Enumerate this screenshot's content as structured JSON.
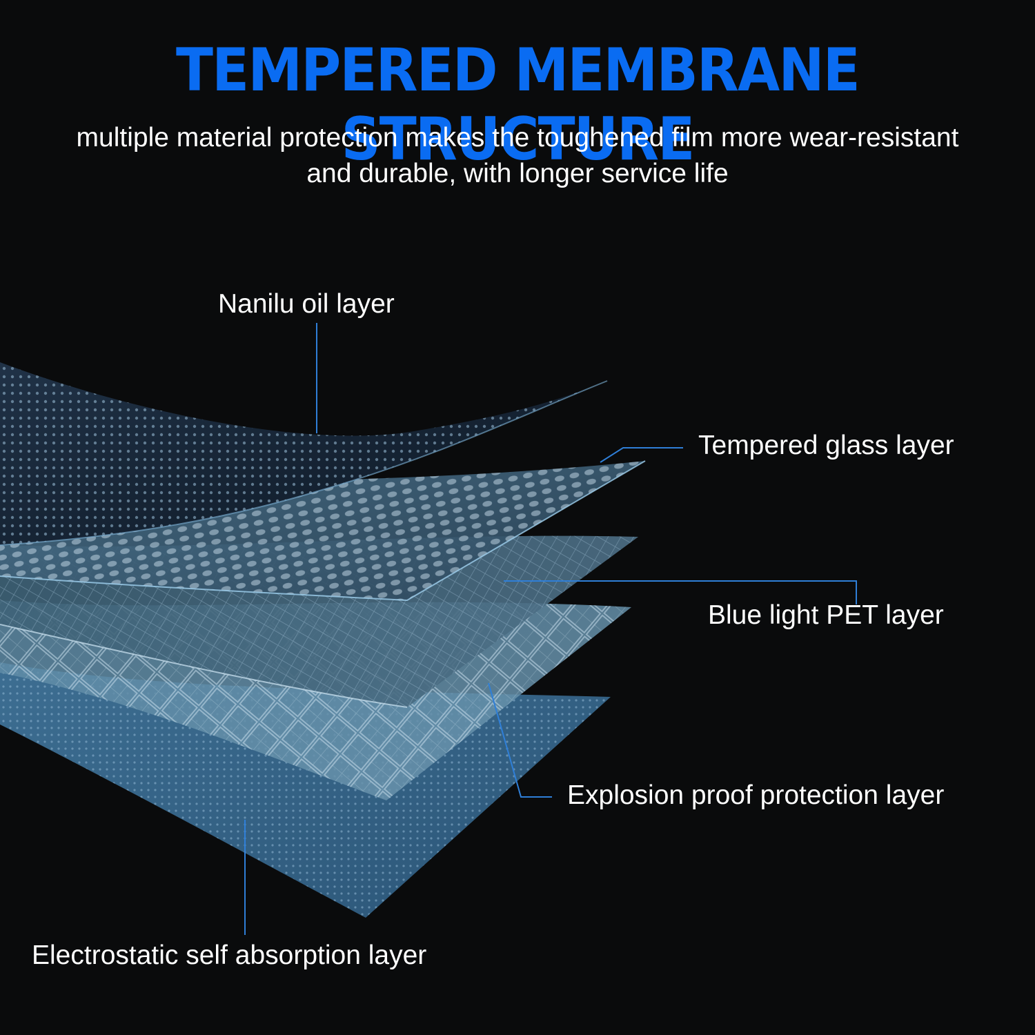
{
  "header": {
    "title": "TEMPERED MEMBRANE STRUCTURE",
    "subtitle_line1": "multiple material protection makes the toughened film more wear-resistant",
    "subtitle_line2": "and durable, with longer service life"
  },
  "layers": [
    {
      "id": "nanilu",
      "label": "Nanilu oil layer"
    },
    {
      "id": "tempered",
      "label": "Tempered glass layer"
    },
    {
      "id": "bluelight",
      "label": "Blue light PET layer"
    },
    {
      "id": "explosion",
      "label": "Explosion proof protection layer"
    },
    {
      "id": "electro",
      "label": "Electrostatic self absorption layer"
    }
  ],
  "colors": {
    "background": "#0a0b0c",
    "title": "#0a6cf2",
    "text": "#ffffff",
    "leader_line": "#2f7fd8"
  }
}
